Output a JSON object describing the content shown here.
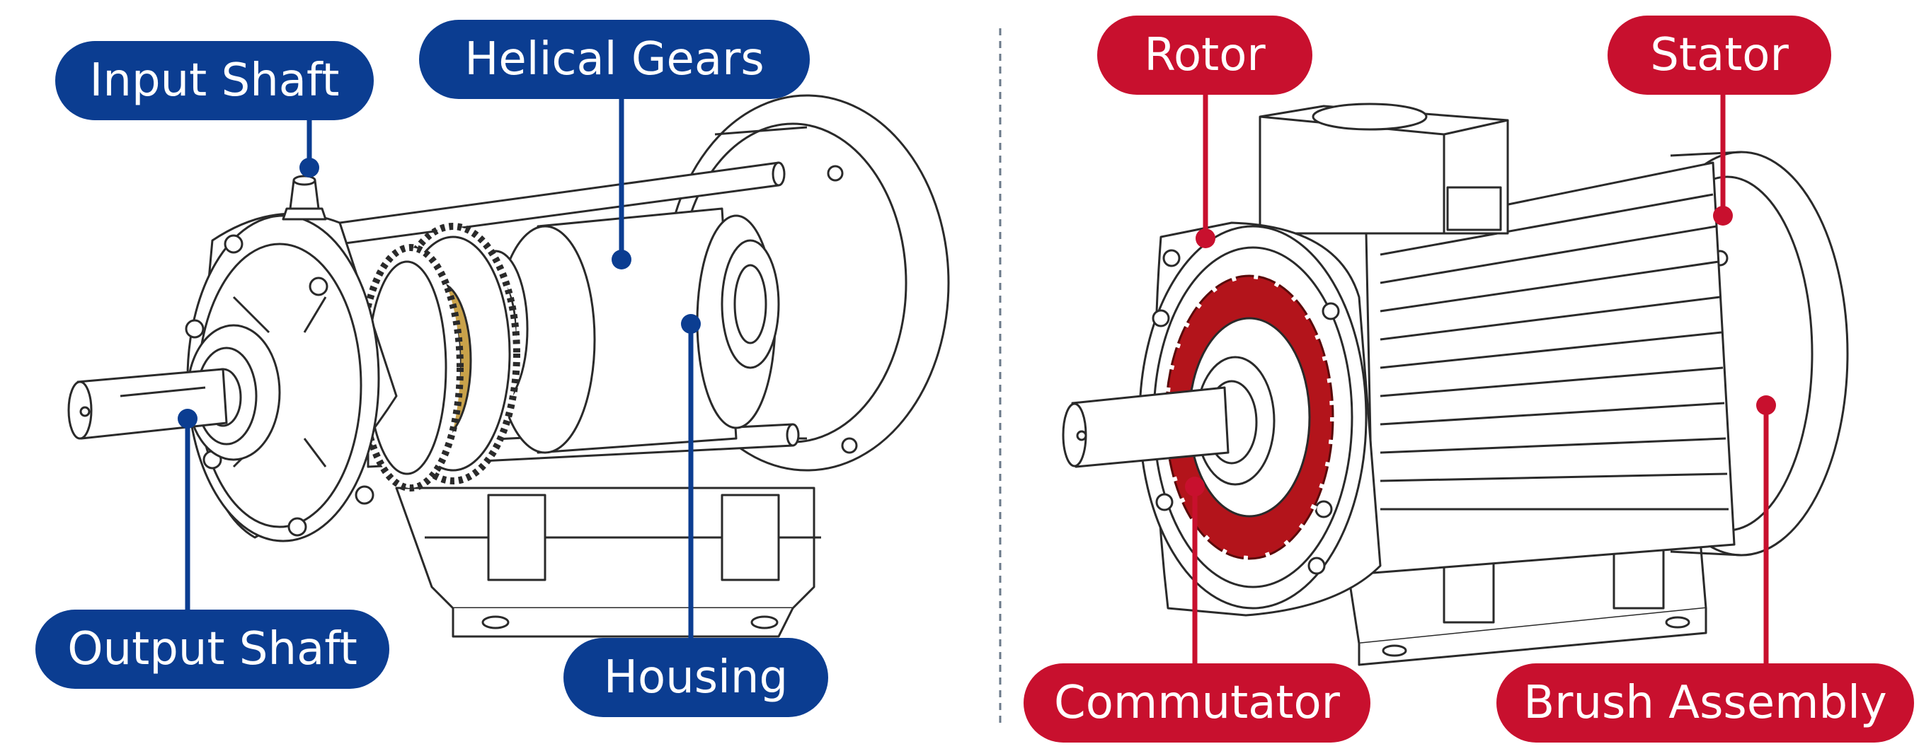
{
  "colors": {
    "blue_label": "#0b3d91",
    "red_label": "#c8102e",
    "line_art": "#2a2a2a",
    "gear_bronze": "#c9a24a",
    "winding_red": "#b3141b",
    "divider": "#6b7a8a"
  },
  "left_panel": {
    "labels": {
      "input_shaft": "Input Shaft",
      "helical_gears": "Helical Gears",
      "output_shaft": "Output Shaft",
      "housing": "Housing"
    }
  },
  "right_panel": {
    "labels": {
      "rotor": "Rotor",
      "stator": "Stator",
      "commutator": "Commutator",
      "brush_assembly": "Brush Assembly"
    }
  }
}
